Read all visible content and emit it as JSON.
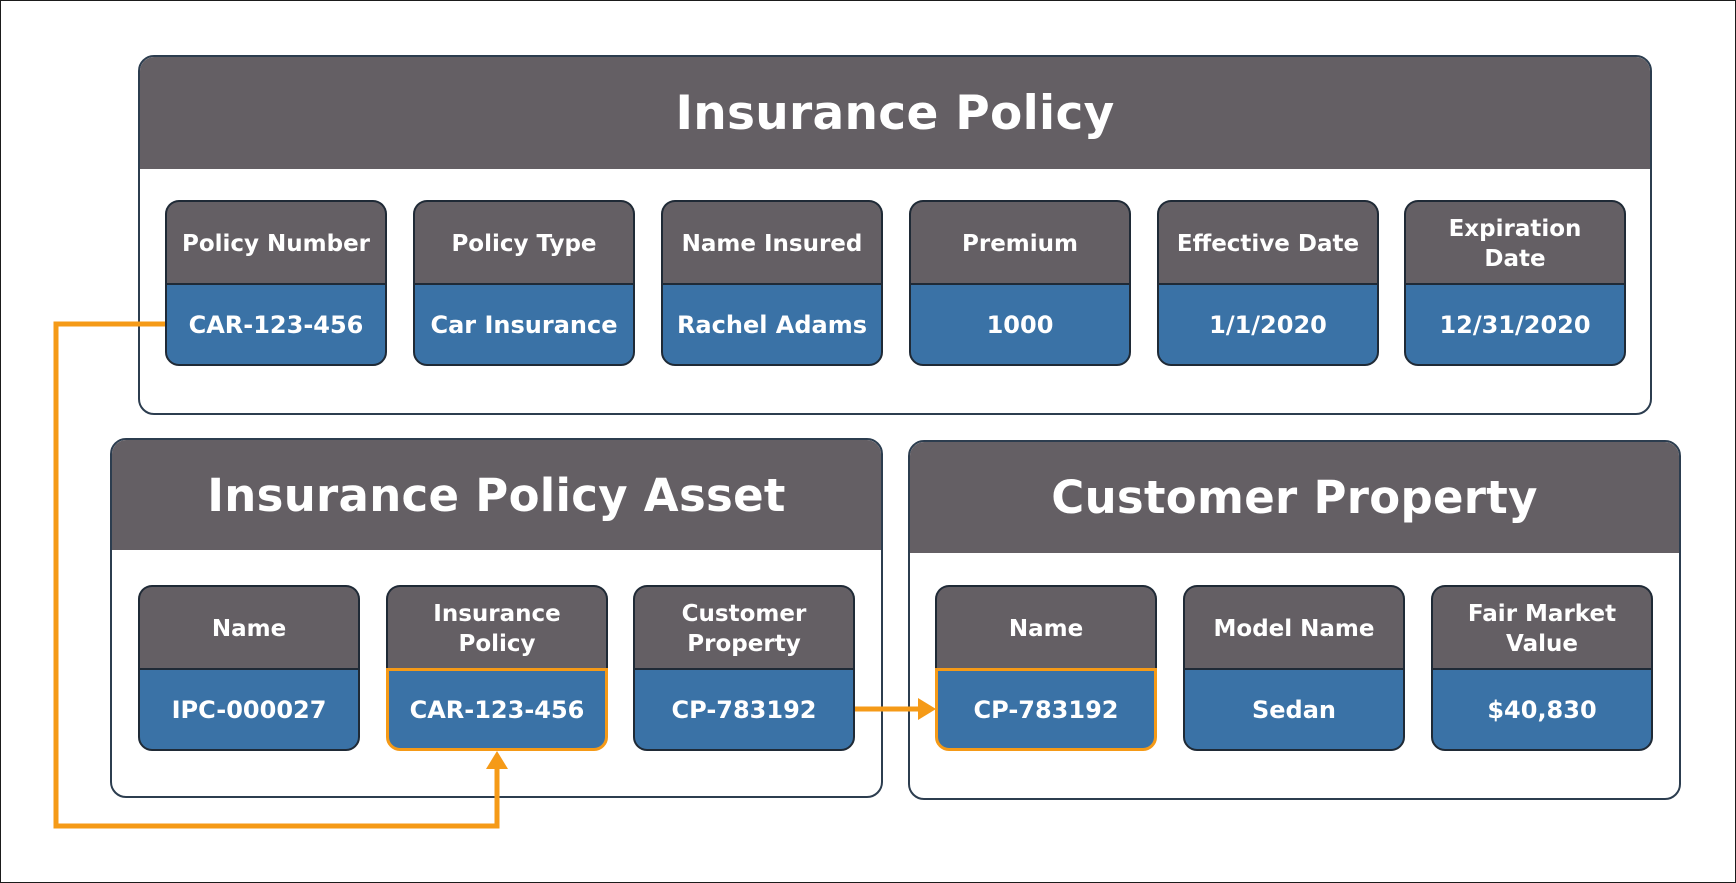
{
  "colors": {
    "header": "#645f64",
    "value": "#3a72a6",
    "connector": "#f59a17",
    "border": "#2c3d4f"
  },
  "insurance_policy": {
    "title": "Insurance Policy",
    "fields": [
      {
        "label": "Policy Number",
        "value": "CAR-123-456"
      },
      {
        "label": "Policy Type",
        "value": "Car Insurance"
      },
      {
        "label": "Name Insured",
        "value": "Rachel Adams"
      },
      {
        "label": "Premium",
        "value": "1000"
      },
      {
        "label": "Effective Date",
        "value": "1/1/2020"
      },
      {
        "label": "Expiration Date",
        "value": "12/31/2020"
      }
    ]
  },
  "insurance_policy_asset": {
    "title": "Insurance Policy Asset",
    "fields": [
      {
        "label": "Name",
        "value": "IPC-000027"
      },
      {
        "label": "Insurance Policy",
        "value": "CAR-123-456"
      },
      {
        "label": "Customer Property",
        "value": "CP-783192"
      }
    ]
  },
  "customer_property": {
    "title": "Customer Property",
    "fields": [
      {
        "label": "Name",
        "value": "CP-783192"
      },
      {
        "label": "Model Name",
        "value": "Sedan"
      },
      {
        "label": "Fair Market Value",
        "value": "$40,830"
      }
    ]
  }
}
